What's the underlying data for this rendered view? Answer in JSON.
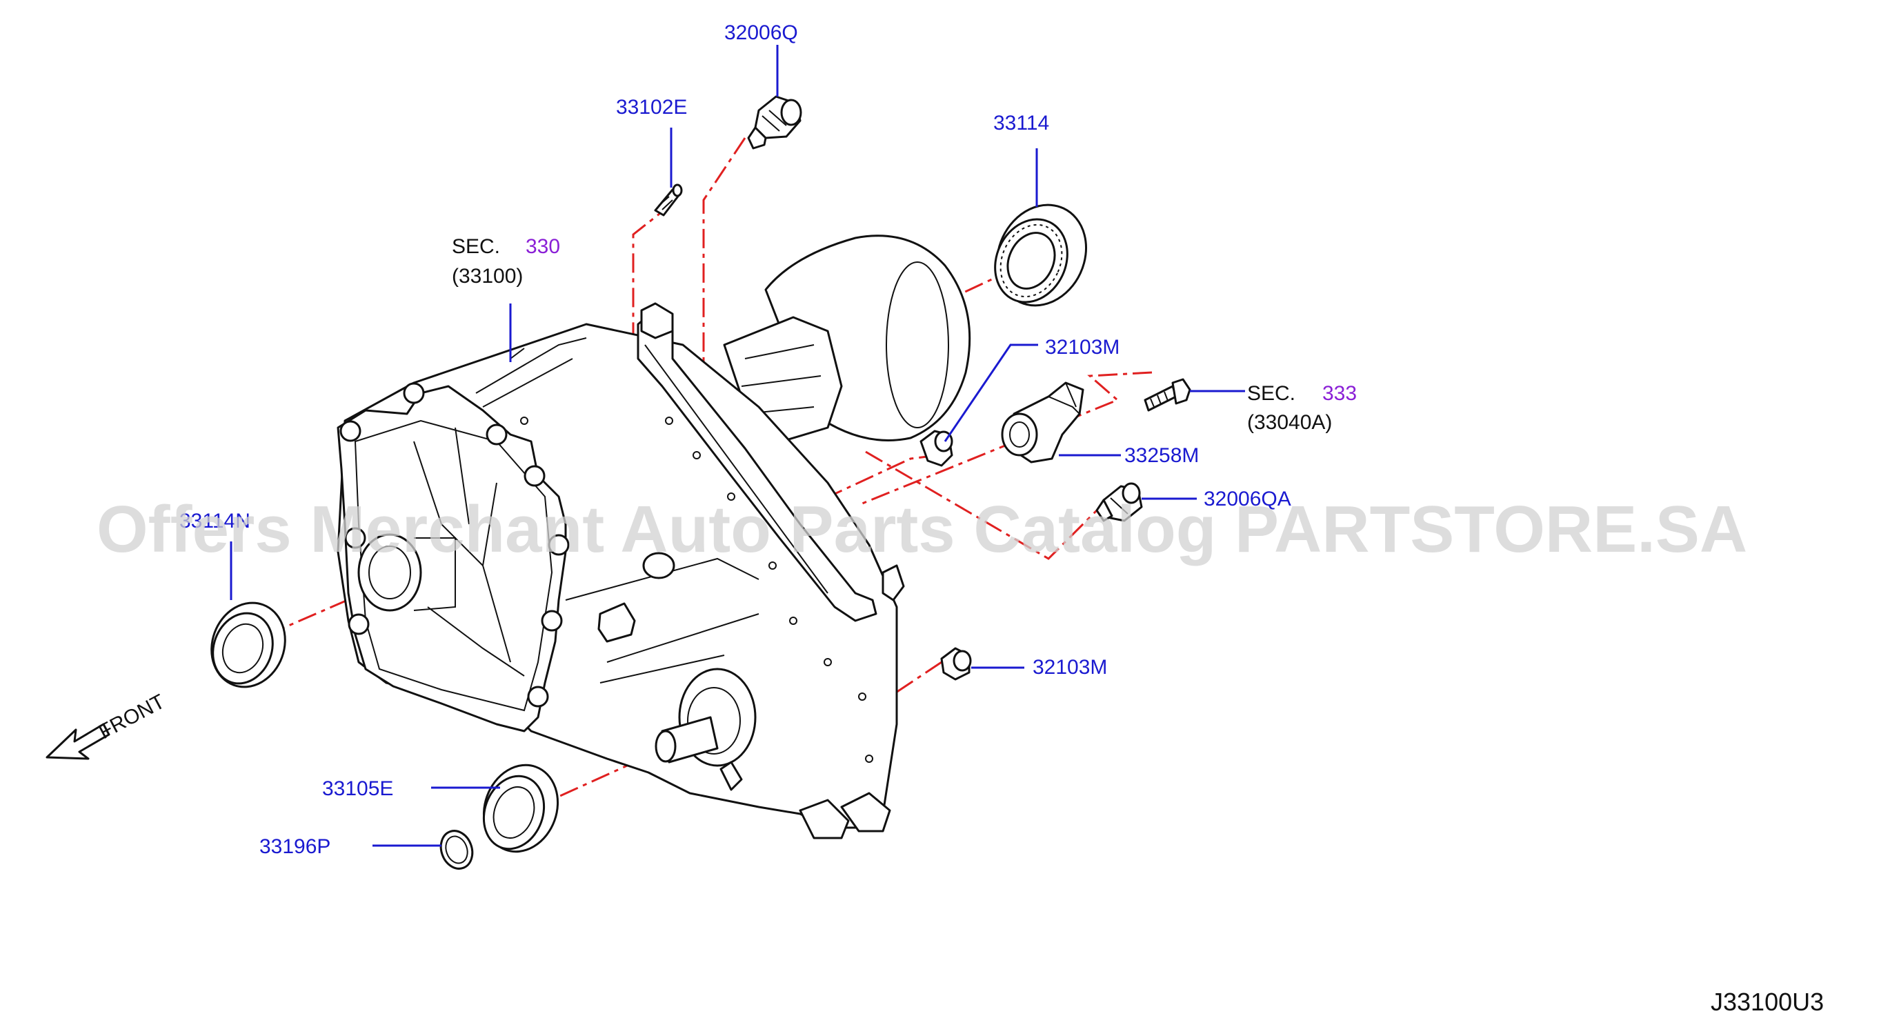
{
  "watermark": "Offers Merchant Auto Parts Catalog PARTSTORE.SA",
  "drawing_code": "J33100U3",
  "direction_label": "FRONT",
  "colors": {
    "part_number": "#1a1ad0",
    "section_ref": "#8a1fd6",
    "centerline": "#e02020",
    "outline": "#111111"
  },
  "callouts": [
    {
      "id": "32006Q",
      "label": "32006Q"
    },
    {
      "id": "33102E",
      "label": "33102E"
    },
    {
      "id": "33114",
      "label": "33114"
    },
    {
      "id": "32103M_upper",
      "label": "32103M"
    },
    {
      "id": "33258M",
      "label": "33258M"
    },
    {
      "id": "32006QA",
      "label": "32006QA"
    },
    {
      "id": "33114N",
      "label": "33114N"
    },
    {
      "id": "32103M_lower",
      "label": "32103M"
    },
    {
      "id": "33105E",
      "label": "33105E"
    },
    {
      "id": "33196P",
      "label": "33196P"
    }
  ],
  "section_refs": [
    {
      "id": "sec330",
      "prefix": "SEC.",
      "number": "330",
      "sub": "(33100)"
    },
    {
      "id": "sec333",
      "prefix": "SEC.",
      "number": "333",
      "sub": "(33040A)"
    }
  ]
}
